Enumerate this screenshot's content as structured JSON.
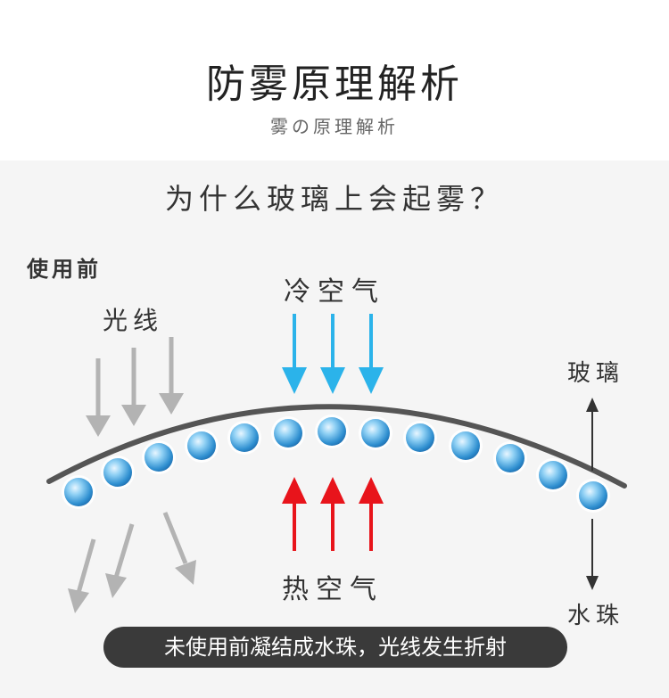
{
  "header": {
    "title": "防雾原理解析",
    "subtitle": "雾の原理解析"
  },
  "diagram": {
    "question": "为什么玻璃上会起雾？",
    "before_label": "使用前",
    "light_label": "光线",
    "cold_air_label": "冷空气",
    "hot_air_label": "热空气",
    "glass_label": "玻璃",
    "droplet_label": "水珠",
    "caption": "未使用前凝结成水珠，光线发生折射"
  },
  "colors": {
    "cold_arrow": "#2bb3ea",
    "hot_arrow": "#e8141b",
    "light_arrow": "#b3b3b3",
    "glass": "#555555",
    "droplet": "#3f9fd8",
    "caption_bg": "#3a3a3a"
  }
}
